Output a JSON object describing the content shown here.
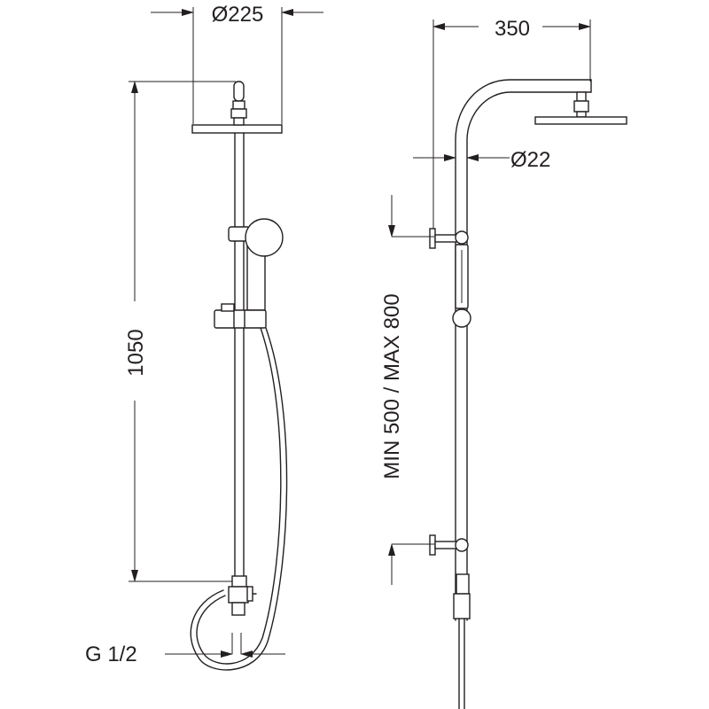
{
  "dimensions": {
    "head_diameter": "Ø225",
    "arm_reach": "350",
    "pipe_diameter": "Ø22",
    "column_height": "1050",
    "bracket_spacing": "MIN 500 / MAX 800",
    "inlet_thread": "G 1/2"
  },
  "colors": {
    "line": "#231f20",
    "background": "#ffffff"
  }
}
